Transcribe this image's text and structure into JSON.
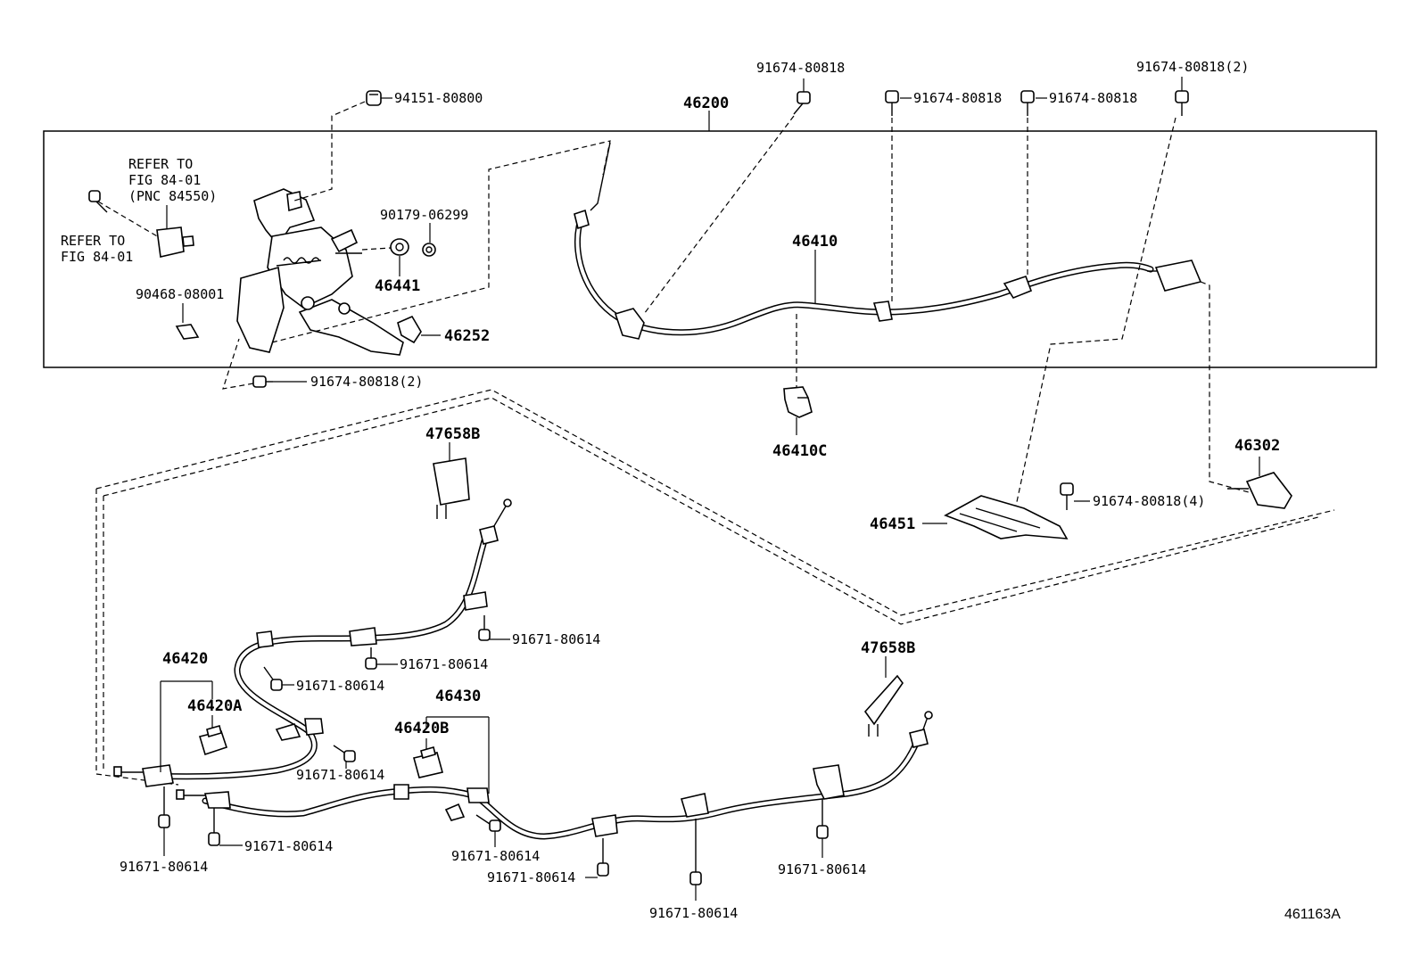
{
  "figure_id": "461163A",
  "callouts": {
    "c46200": "46200",
    "c46410": "46410",
    "c46410C": "46410C",
    "c46441": "46441",
    "c46252": "46252",
    "c46302": "46302",
    "c46451": "46451",
    "c47658B_a": "47658B",
    "c47658B_b": "47658B",
    "c46420": "46420",
    "c46420A": "46420A",
    "c46430": "46430",
    "c46420B": "46420B",
    "p94151": "94151-80800",
    "p90179": "90179-06299",
    "p90468": "90468-08001",
    "p91674_top_a": "91674-80818",
    "p91674_top_b": "91674-80818",
    "p91674_top_c": "91674-80818",
    "p91674_top_d": "91674-80818(2)",
    "p91674_left2": "91674-80818(2)",
    "p91674_x4": "91674-80818(4)",
    "p91671_a": "91671-80614",
    "p91671_b": "91671-80614",
    "p91671_c": "91671-80614",
    "p91671_d": "91671-80614",
    "p91671_e": "91671-80614",
    "p91671_f": "91671-80614",
    "p91671_g": "91671-80614",
    "p91671_h": "91671-80614",
    "p91671_i": "91671-80614",
    "p91671_j": "91671-80614"
  },
  "notes": {
    "refer1_line1": "REFER TO",
    "refer1_line2": "FIG 84-01",
    "refer1_line3": "(PNC 84550)",
    "refer2_line1": "REFER TO",
    "refer2_line2": "FIG 84-01"
  }
}
